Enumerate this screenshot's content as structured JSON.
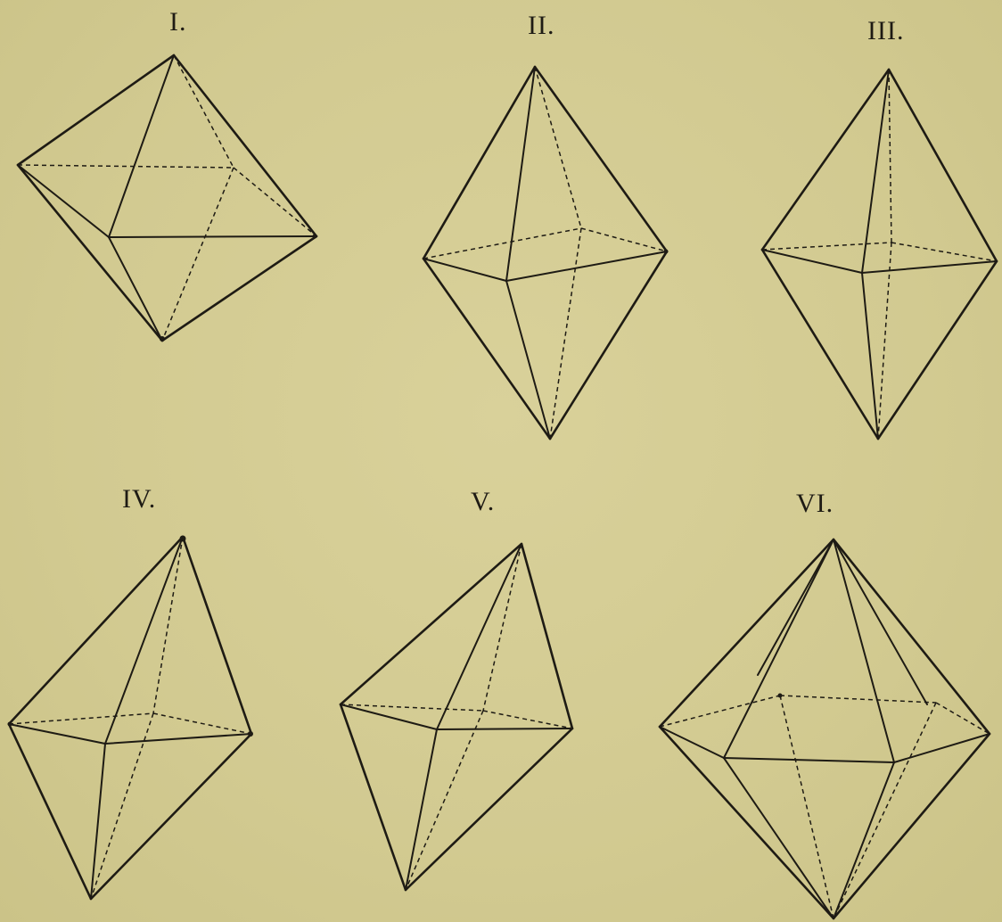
{
  "figures": [
    {
      "label": "I."
    },
    {
      "label": "II."
    },
    {
      "label": "III."
    },
    {
      "label": "IV."
    },
    {
      "label": "V."
    },
    {
      "label": "VI."
    }
  ],
  "ink_color": "#1e1b14",
  "paper_color": "#d4cc94"
}
